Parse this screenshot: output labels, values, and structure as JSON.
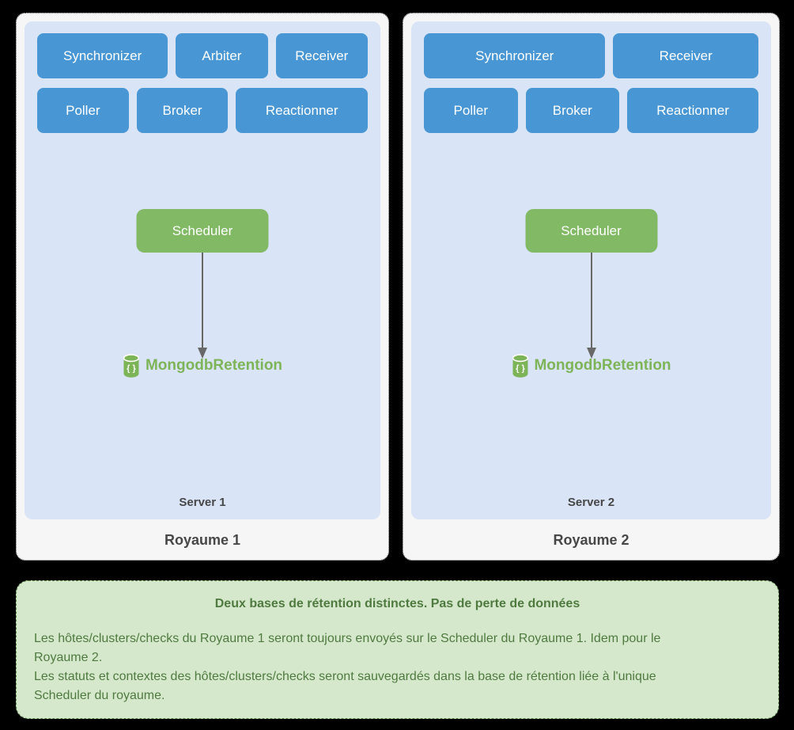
{
  "panels": [
    {
      "title": "Royaume 1",
      "server_label": "Server 1",
      "rows": [
        [
          "Synchronizer",
          "Arbiter",
          "Receiver"
        ],
        [
          "Poller",
          "Broker",
          "Reactionner"
        ]
      ],
      "scheduler_label": "Scheduler",
      "retention_label": "MongodbRetention",
      "db_icon_glyph": "{ }"
    },
    {
      "title": "Royaume 2",
      "server_label": "Server 2",
      "rows": [
        [
          "Synchronizer",
          "Receiver"
        ],
        [
          "Poller",
          "Broker",
          "Reactionner"
        ]
      ],
      "scheduler_label": "Scheduler",
      "retention_label": "MongodbRetention",
      "db_icon_glyph": "{ }"
    }
  ],
  "note": {
    "title": "Deux bases de rétention distinctes. Pas de perte de données",
    "lines": [
      "Les hôtes/clusters/checks du Royaume 1 seront toujours envoyés sur le Scheduler du Royaume 1. Idem pour le",
      "Royaume 2.",
      "Les statuts et contextes des hôtes/clusters/checks seront sauvegardés dans la base de rétention liée à l'unique",
      "Scheduler du royaume."
    ]
  },
  "colors": {
    "page_bg": "#000000",
    "panel_bg": "#f6f6f6",
    "server_bg": "#d9e4f7",
    "component_blue": "#4896d3",
    "scheduler_green": "#82b964",
    "retention_green": "#7db457",
    "note_bg": "#d5e8cc",
    "note_text": "#4f7a3f",
    "arrow_gray": "#686868",
    "label_gray": "#474747"
  }
}
